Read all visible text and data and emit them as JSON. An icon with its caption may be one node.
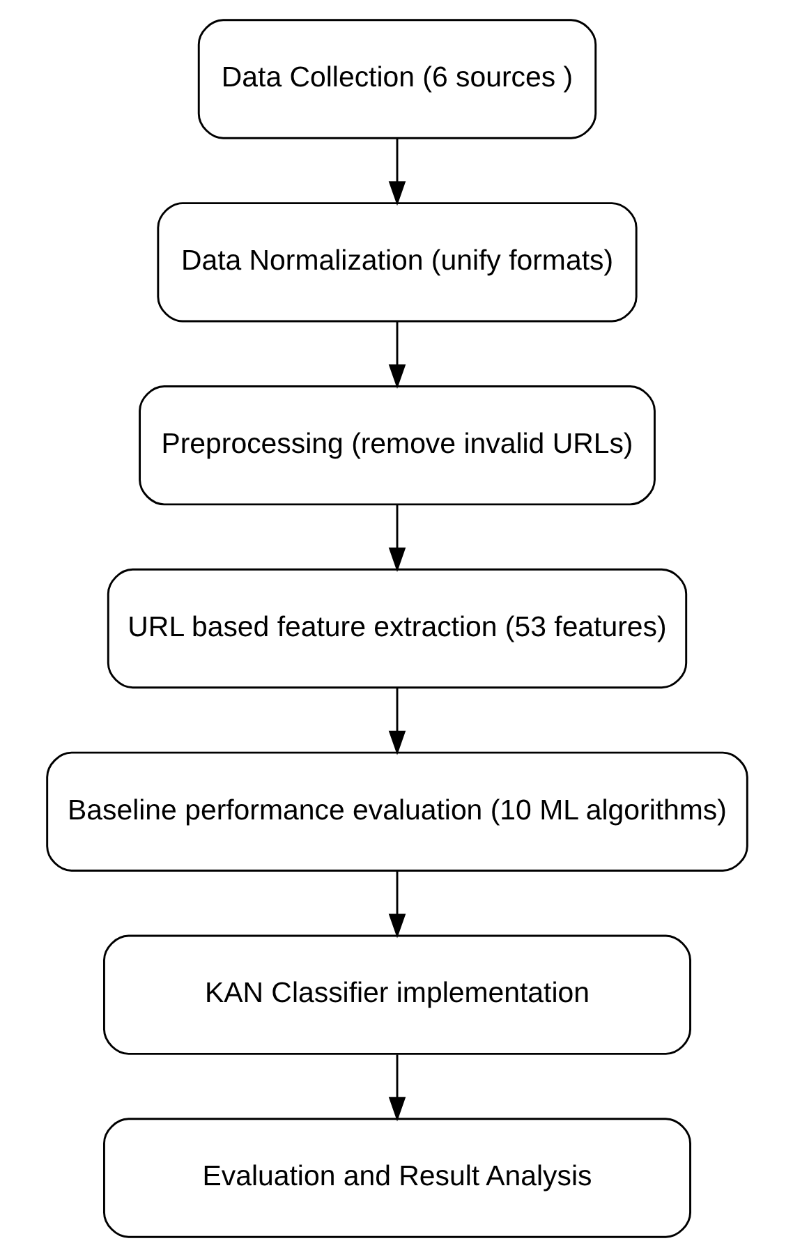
{
  "diagram": {
    "nodes": [
      {
        "text": [
          "Data Collection (6 sources )"
        ]
      },
      {
        "text": [
          "Data Normalization (unify formats)"
        ]
      },
      {
        "text": [
          "Preprocessing (remove invalid URLs)"
        ]
      },
      {
        "text": [
          "URL based feature extraction (53 features)"
        ]
      },
      {
        "text": [
          "Baseline performance evaluation (10 ML algorithms)"
        ]
      },
      {
        "text": [
          "KAN Classifier implementation"
        ]
      },
      {
        "text": [
          "Evaluation and Result Analysis"
        ]
      }
    ],
    "edges": [
      {
        "from": 0,
        "to": 1,
        "arrow": "to"
      },
      {
        "from": 1,
        "to": 2,
        "arrow": "to"
      },
      {
        "from": 2,
        "to": 3,
        "arrow": "to"
      },
      {
        "from": 3,
        "to": 4,
        "arrow": "to"
      },
      {
        "from": 4,
        "to": 5,
        "arrow": "to"
      },
      {
        "from": 5,
        "to": 6,
        "arrow": "to"
      }
    ]
  }
}
